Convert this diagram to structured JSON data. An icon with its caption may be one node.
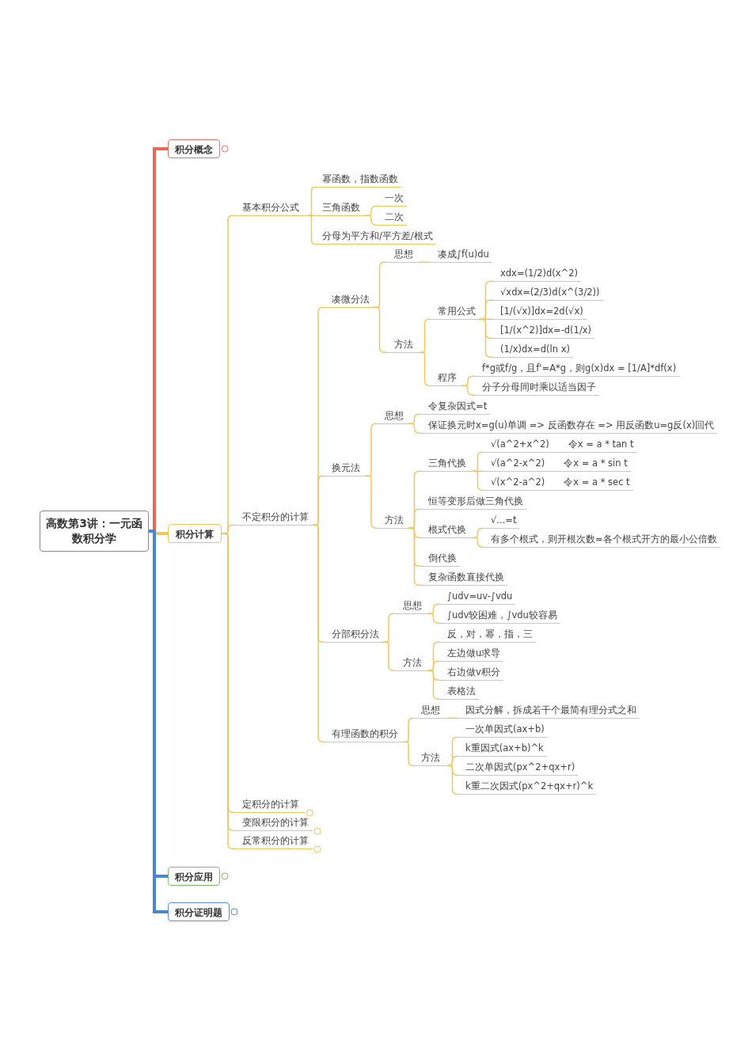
{
  "diagram": {
    "nodes": [
      {
        "text": [
          "高数第3讲：一元函数积分学"
        ]
      },
      {
        "text": [
          "积分概念"
        ]
      },
      {
        "text": [
          "积分计算"
        ]
      },
      {
        "text": [
          "基本积分公式"
        ]
      },
      {
        "text": [
          "幂函数，指数函数"
        ]
      },
      {
        "text": [
          "三角函数"
        ]
      },
      {
        "text": [
          "一次"
        ]
      },
      {
        "text": [
          "二次"
        ]
      },
      {
        "text": [
          "分母为平方和/平方差/根式"
        ]
      },
      {
        "text": [
          "不定积分的计算"
        ]
      },
      {
        "text": [
          "凑微分法"
        ]
      },
      {
        "text": [
          "思想"
        ]
      },
      {
        "text": [
          "凑成∫f(u)du"
        ]
      },
      {
        "text": [
          "方法"
        ]
      },
      {
        "text": [
          "常用公式"
        ]
      },
      {
        "text": [
          "xdx=(1/2)d(x^2)"
        ]
      },
      {
        "text": [
          "√xdx=(2/3)d(x^(3/2))"
        ]
      },
      {
        "text": [
          "[1/(√x)]dx=2d(√x)"
        ]
      },
      {
        "text": [
          "[1/(x^2)]dx=-d(1/x)"
        ]
      },
      {
        "text": [
          "(1/x)dx=d(ln x)"
        ]
      },
      {
        "text": [
          "程序"
        ]
      },
      {
        "text": [
          "f*g或f/g，且f'=A*g，则g(x)dx = [1/A]*df(x)"
        ]
      },
      {
        "text": [
          "分子分母同时乘以适当因子"
        ]
      },
      {
        "text": [
          "换元法"
        ]
      },
      {
        "text": [
          "思想"
        ]
      },
      {
        "text": [
          "令复杂因式=t"
        ]
      },
      {
        "text": [
          "保证换元时x=g(u)单调 => 反函数存在 => 用反函数u=g反(x)回代"
        ]
      },
      {
        "text": [
          "方法"
        ]
      },
      {
        "text": [
          "三角代换"
        ]
      },
      {
        "text": [
          "√(a^2+x^2)",
          "令x = a * tan t"
        ]
      },
      {
        "text": [
          "√(a^2-x^2)",
          "令x = a * sin t"
        ]
      },
      {
        "text": [
          "√(x^2-a^2)",
          "令x = a * sec t"
        ]
      },
      {
        "text": [
          "恒等变形后做三角代换"
        ]
      },
      {
        "text": [
          "根式代换"
        ]
      },
      {
        "text": [
          "√...=t"
        ]
      },
      {
        "text": [
          "有多个根式，则开根次数=各个根式开方的最小公倍数"
        ]
      },
      {
        "text": [
          "倒代换"
        ]
      },
      {
        "text": [
          "复杂函数直接代换"
        ]
      },
      {
        "text": [
          "分部积分法"
        ]
      },
      {
        "text": [
          "思想"
        ]
      },
      {
        "text": [
          "∫udv=uv-∫vdu"
        ]
      },
      {
        "text": [
          "∫udv较困难，∫vdu较容易"
        ]
      },
      {
        "text": [
          "方法"
        ]
      },
      {
        "text": [
          "反，对，幂，指，三"
        ]
      },
      {
        "text": [
          "左边做u求导"
        ]
      },
      {
        "text": [
          "右边做v积分"
        ]
      },
      {
        "text": [
          "表格法"
        ]
      },
      {
        "text": [
          "有理函数的积分"
        ]
      },
      {
        "text": [
          "思想"
        ]
      },
      {
        "text": [
          "因式分解，拆成若干个最简有理分式之和"
        ]
      },
      {
        "text": [
          "方法"
        ]
      },
      {
        "text": [
          "一次单因式(ax+b)"
        ]
      },
      {
        "text": [
          "k重因式(ax+b)^k"
        ]
      },
      {
        "text": [
          "二次单因式(px^2+qx+r)"
        ]
      },
      {
        "text": [
          "k重二次因式(px^2+qx+r)^k"
        ]
      },
      {
        "text": [
          "定积分的计算"
        ]
      },
      {
        "text": [
          "变限积分的计算"
        ]
      },
      {
        "text": [
          "反常积分的计算"
        ]
      },
      {
        "text": [
          "积分应用"
        ]
      },
      {
        "text": [
          "积分证明题"
        ]
      }
    ],
    "edges": [
      {
        "from": 0,
        "to": 1,
        "arrow": "none",
        "style": "thick",
        "color": "#e8665a"
      },
      {
        "from": 0,
        "to": 2,
        "arrow": "none",
        "style": "thick"
      },
      {
        "from": 2,
        "to": 3,
        "arrow": "none"
      },
      {
        "from": 3,
        "to": 4,
        "arrow": "none"
      },
      {
        "from": 3,
        "to": 5,
        "arrow": "none"
      },
      {
        "from": 5,
        "to": 6,
        "arrow": "none"
      },
      {
        "from": 5,
        "to": 7,
        "arrow": "none"
      },
      {
        "from": 3,
        "to": 8,
        "arrow": "none"
      },
      {
        "from": 2,
        "to": 9,
        "arrow": "none"
      },
      {
        "from": 9,
        "to": 10,
        "arrow": "none"
      },
      {
        "from": 10,
        "to": 11,
        "arrow": "none"
      },
      {
        "from": 11,
        "to": 12,
        "arrow": "none"
      },
      {
        "from": 10,
        "to": 13,
        "arrow": "none"
      },
      {
        "from": 13,
        "to": 14,
        "arrow": "none"
      },
      {
        "from": 14,
        "to": 15,
        "arrow": "none"
      },
      {
        "from": 14,
        "to": 16,
        "arrow": "none"
      },
      {
        "from": 14,
        "to": 17,
        "arrow": "none"
      },
      {
        "from": 14,
        "to": 18,
        "arrow": "none"
      },
      {
        "from": 14,
        "to": 19,
        "arrow": "none"
      },
      {
        "from": 13,
        "to": 20,
        "arrow": "none"
      },
      {
        "from": 20,
        "to": 21,
        "arrow": "none"
      },
      {
        "from": 20,
        "to": 22,
        "arrow": "none"
      },
      {
        "from": 9,
        "to": 23,
        "arrow": "none"
      },
      {
        "from": 23,
        "to": 24,
        "arrow": "none"
      },
      {
        "from": 24,
        "to": 25,
        "arrow": "none"
      },
      {
        "from": 24,
        "to": 26,
        "arrow": "none"
      },
      {
        "from": 23,
        "to": 27,
        "arrow": "none"
      },
      {
        "from": 27,
        "to": 28,
        "arrow": "none"
      },
      {
        "from": 28,
        "to": 29,
        "arrow": "none"
      },
      {
        "from": 28,
        "to": 30,
        "arrow": "none"
      },
      {
        "from": 28,
        "to": 31,
        "arrow": "none"
      },
      {
        "from": 27,
        "to": 32,
        "arrow": "none"
      },
      {
        "from": 27,
        "to": 33,
        "arrow": "none"
      },
      {
        "from": 33,
        "to": 34,
        "arrow": "none"
      },
      {
        "from": 33,
        "to": 35,
        "arrow": "none"
      },
      {
        "from": 27,
        "to": 36,
        "arrow": "none"
      },
      {
        "from": 27,
        "to": 37,
        "arrow": "none"
      },
      {
        "from": 9,
        "to": 38,
        "arrow": "none"
      },
      {
        "from": 38,
        "to": 39,
        "arrow": "none"
      },
      {
        "from": 39,
        "to": 40,
        "arrow": "none"
      },
      {
        "from": 39,
        "to": 41,
        "arrow": "none"
      },
      {
        "from": 38,
        "to": 42,
        "arrow": "none"
      },
      {
        "from": 42,
        "to": 43,
        "arrow": "none"
      },
      {
        "from": 42,
        "to": 44,
        "arrow": "none"
      },
      {
        "from": 42,
        "to": 45,
        "arrow": "none"
      },
      {
        "from": 42,
        "to": 46,
        "arrow": "none"
      },
      {
        "from": 9,
        "to": 47,
        "arrow": "none"
      },
      {
        "from": 47,
        "to": 48,
        "arrow": "none"
      },
      {
        "from": 48,
        "to": 49,
        "arrow": "none"
      },
      {
        "from": 47,
        "to": 50,
        "arrow": "none"
      },
      {
        "from": 50,
        "to": 51,
        "arrow": "none"
      },
      {
        "from": 50,
        "to": 52,
        "arrow": "none"
      },
      {
        "from": 50,
        "to": 53,
        "arrow": "none"
      },
      {
        "from": 50,
        "to": 54,
        "arrow": "none"
      },
      {
        "from": 2,
        "to": 55,
        "arrow": "none"
      },
      {
        "from": 2,
        "to": 56,
        "arrow": "none"
      },
      {
        "from": 2,
        "to": 57,
        "arrow": "none"
      },
      {
        "from": 0,
        "to": 58,
        "arrow": "none",
        "style": "thick",
        "color": "#4a86d0"
      },
      {
        "from": 0,
        "to": 59,
        "arrow": "none",
        "style": "thick",
        "color": "#4a86d0"
      }
    ]
  }
}
